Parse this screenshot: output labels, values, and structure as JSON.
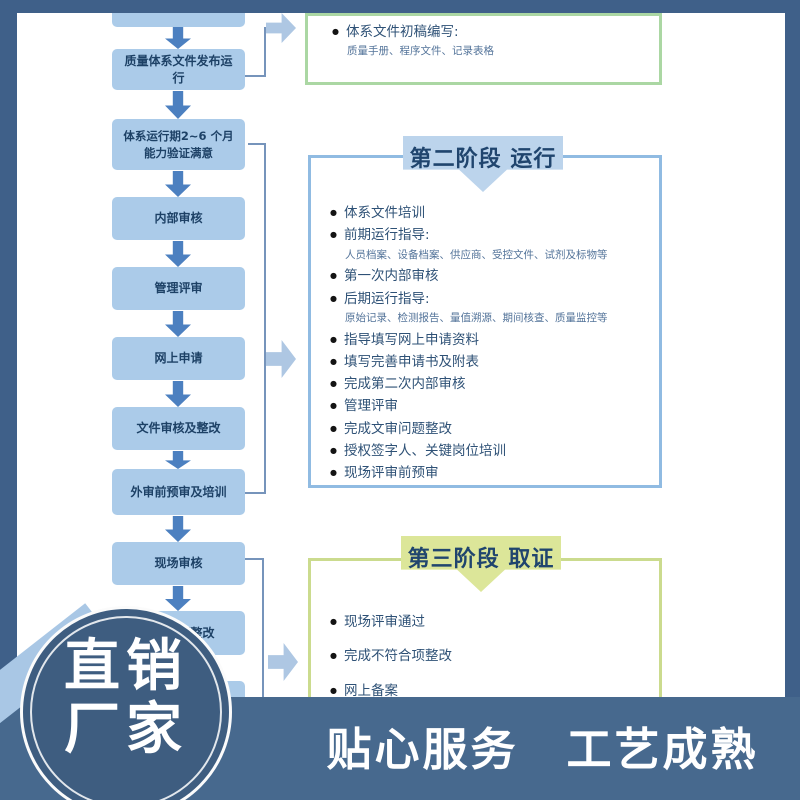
{
  "flow": {
    "boxes": [
      "",
      "质量体系文件发布运行",
      "体系运行期2~6 个月 能力验证满意",
      "内部审核",
      "管理评审",
      "网上申请",
      "文件审核及整改",
      "外审前预审及培训",
      "现场审核",
      "不符合项整改",
      ""
    ]
  },
  "stage1": {
    "bullet": "体系文件初稿编写:",
    "sub": "质量手册、程序文件、记录表格"
  },
  "stage2": {
    "title": "第二阶段  运行",
    "items": [
      "体系文件培训",
      "前期运行指导:",
      "人员档案、设备档案、供应商、受控文件、试剂及标物等",
      "第一次内部审核",
      "后期运行指导:",
      "原始记录、检测报告、量值溯源、期间核查、质量监控等",
      "指导填写网上申请资料",
      "填写完善申请书及附表",
      "完成第二次内部审核",
      "管理评审",
      "完成文审问题整改",
      "授权签字人、关键岗位培训",
      "现场评审前预审"
    ]
  },
  "stage3": {
    "title": "第三阶段  取证",
    "items": [
      "现场评审通过",
      "完成不符合项整改",
      "网上备案"
    ]
  },
  "badge": {
    "line1": "直销",
    "line2": "厂家"
  },
  "footer": {
    "slogan": "贴心服务　工艺成熟"
  },
  "colors": {
    "frame": "#3f6089",
    "footer_bar": "#47698e",
    "badge_circle": "#3e5d80",
    "flow_box_fill": "#abcbe9",
    "down_arrow": "#4c80c0",
    "stage1_border": "#abd7a3",
    "stage2_border": "#90bbe2",
    "stage2_banner": "#bcd4ec",
    "stage3_border": "#cbdb8e",
    "stage3_banner": "#dce699"
  }
}
